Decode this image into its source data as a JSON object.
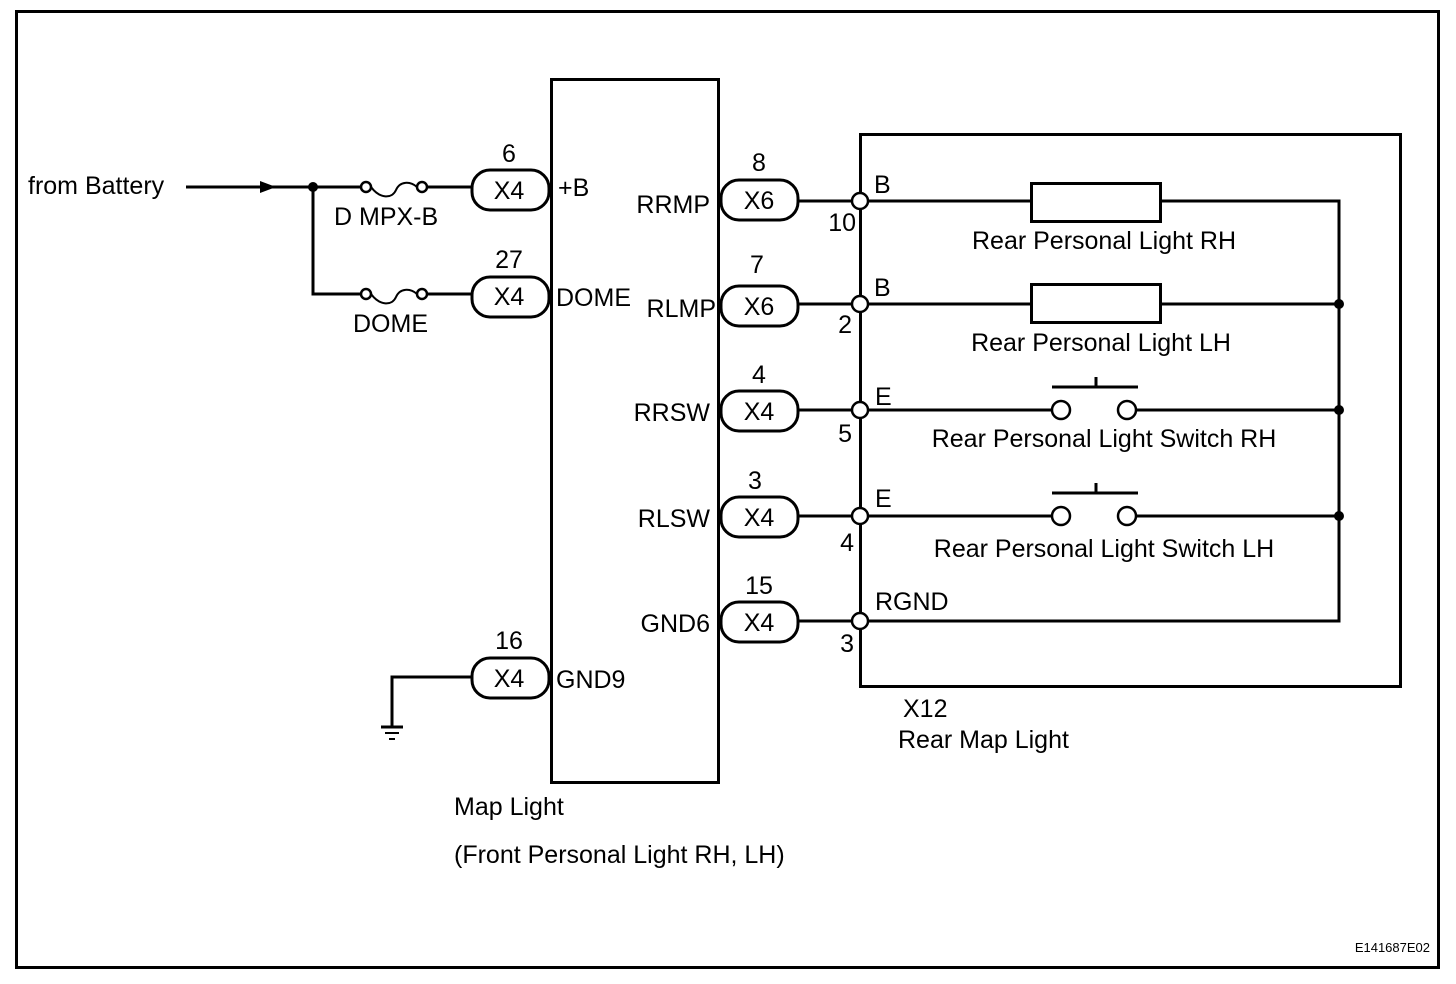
{
  "diagram": {
    "type": "wiring-diagram",
    "source_label": "from Battery",
    "figure_code": "E141687E02"
  },
  "fuses": [
    {
      "id": "fuse-dmpxb",
      "label": "D MPX-B"
    },
    {
      "id": "fuse-dome",
      "label": "DOME"
    }
  ],
  "map_light": {
    "title": "Map Light",
    "subtitle": "(Front Personal Light RH, LH)",
    "left_pins": [
      {
        "pin": "6",
        "connector": "X4",
        "terminal": "+B"
      },
      {
        "pin": "27",
        "connector": "X4",
        "terminal": "DOME"
      },
      {
        "pin": "16",
        "connector": "X4",
        "terminal": "GND9"
      }
    ],
    "right_pins": [
      {
        "pin": "8",
        "connector": "X6",
        "terminal": "RRMP"
      },
      {
        "pin": "7",
        "connector": "X6",
        "terminal": "RLMP"
      },
      {
        "pin": "4",
        "connector": "X4",
        "terminal": "RRSW"
      },
      {
        "pin": "3",
        "connector": "X4",
        "terminal": "RLSW"
      },
      {
        "pin": "15",
        "connector": "X4",
        "terminal": "GND6"
      }
    ]
  },
  "rear_map_light": {
    "connector": "X12",
    "title": "Rear Map Light",
    "pins": [
      {
        "pin": "10",
        "terminal": "B"
      },
      {
        "pin": "2",
        "terminal": "B"
      },
      {
        "pin": "5",
        "terminal": "E"
      },
      {
        "pin": "4",
        "terminal": "E"
      },
      {
        "pin": "3",
        "terminal": "RGND"
      }
    ],
    "components": [
      {
        "type": "lamp",
        "label": "Rear Personal Light RH"
      },
      {
        "type": "lamp",
        "label": "Rear Personal Light LH"
      },
      {
        "type": "switch",
        "label": "Rear Personal Light Switch RH"
      },
      {
        "type": "switch",
        "label": "Rear Personal Light Switch LH"
      }
    ]
  }
}
